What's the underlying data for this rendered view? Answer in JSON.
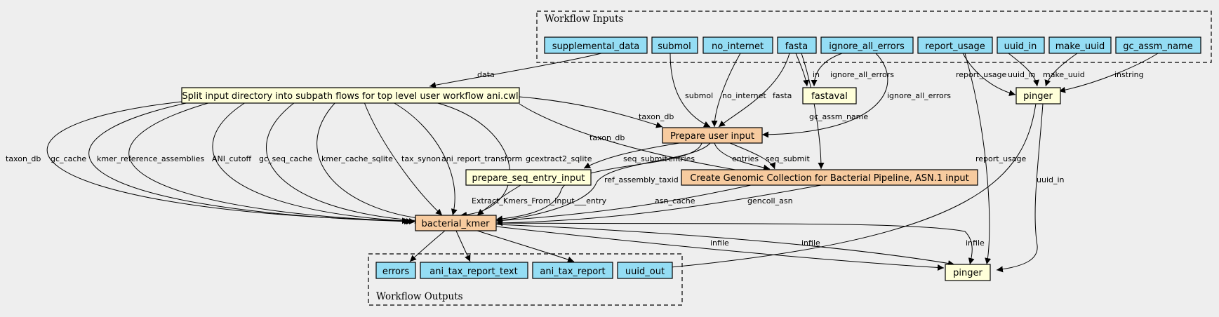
{
  "colors": {
    "background": "#eeeeee",
    "io_node": "#94ddf4",
    "step_node": "#f7cb9f",
    "tool_node": "#ffffd9"
  },
  "clusters": {
    "inputs": "Workflow Inputs",
    "outputs": "Workflow Outputs"
  },
  "nodes": {
    "supplemental_data": "supplemental_data",
    "submol": "submol",
    "no_internet": "no_internet",
    "fasta": "fasta",
    "ignore_all_errors": "ignore_all_errors",
    "report_usage": "report_usage",
    "uuid_in": "uuid_in",
    "make_uuid": "make_uuid",
    "gc_assm_name": "gc_assm_name",
    "split": "Split input directory into subpath flows for top level user workflow ani.cwl",
    "fastaval": "fastaval",
    "pinger_top": "pinger",
    "prepare_user_input": "Prepare user input",
    "prepare_seq_entry_input": "prepare_seq_entry_input",
    "create_gencoll": "Create Genomic Collection for Bacterial Pipeline, ASN.1 input",
    "bacterial_kmer": "bacterial_kmer",
    "errors": "errors",
    "ani_tax_report_text": "ani_tax_report_text",
    "ani_tax_report": "ani_tax_report",
    "uuid_out": "uuid_out",
    "pinger_bottom": "pinger"
  },
  "edge_labels": {
    "data": "data",
    "submol": "submol",
    "no_internet": "no_internet",
    "fasta": "fasta",
    "in": "in",
    "ignore_all_errors_a": "ignore_all_errors",
    "ignore_all_errors_b": "ignore_all_errors",
    "gc_assm_name": "gc_assm_name",
    "report_usage_a": "report_usage",
    "uuid_in_a": "uuid_in",
    "make_uuid": "make_uuid",
    "instring": "instring",
    "taxon_db_a": "taxon_db",
    "taxon_db_b": "taxon_db",
    "taxon_db_c": "taxon_db",
    "gc_cache": "gc_cache",
    "kmer_reference_assemblies": "kmer_reference_assemblies",
    "ANI_cutoff": "ANI_cutoff",
    "gc_seq_cache": "gc_seq_cache",
    "kmer_cache_sqlite": "kmer_cache_sqlite",
    "tax_synon": "tax_synon",
    "ani_report_transform": "ani_report_transform",
    "gcextract2_sqlite": "gcextract2_sqlite",
    "seq_submit_a": "seq_submit",
    "entries_a": "entries",
    "entries_b": "entries",
    "seq_submit_b": "seq_submit",
    "ref_assembly_taxid": "ref_assembly_taxid",
    "extract_entry": "Extract_Kmers_From_Input___entry",
    "asn_cache": "asn_cache",
    "gencoll_asn": "gencoll_asn",
    "report_usage_b": "report_usage",
    "uuid_in_b": "uuid_in",
    "infile_a": "infile",
    "infile_b": "infile",
    "infile_c": "infile"
  }
}
